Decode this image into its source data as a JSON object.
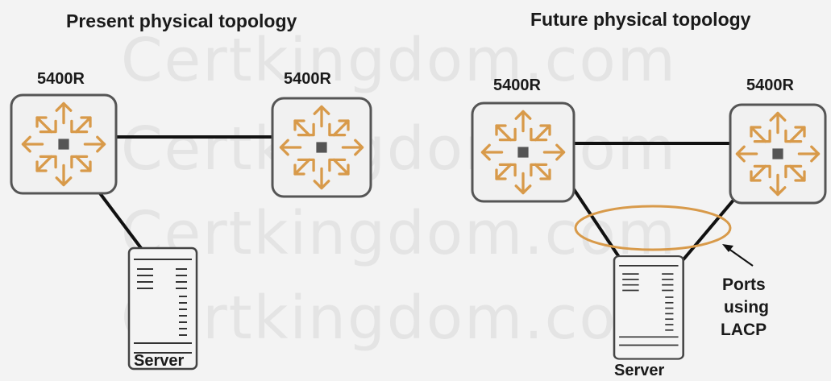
{
  "watermark": "Certkingdom.com",
  "colors": {
    "accent": "#d89a4a",
    "link": "#111111"
  },
  "icon_names": [
    "switch-icon",
    "server-icon",
    "arrow-icon"
  ],
  "present": {
    "title": "Present physical topology",
    "switch_left_label": "5400R",
    "switch_right_label": "5400R",
    "server_label": "Server"
  },
  "future": {
    "title": "Future physical topology",
    "switch_left_label": "5400R",
    "switch_right_label": "5400R",
    "server_label": "Server",
    "annotation": [
      "Ports",
      "using",
      "LACP"
    ]
  }
}
